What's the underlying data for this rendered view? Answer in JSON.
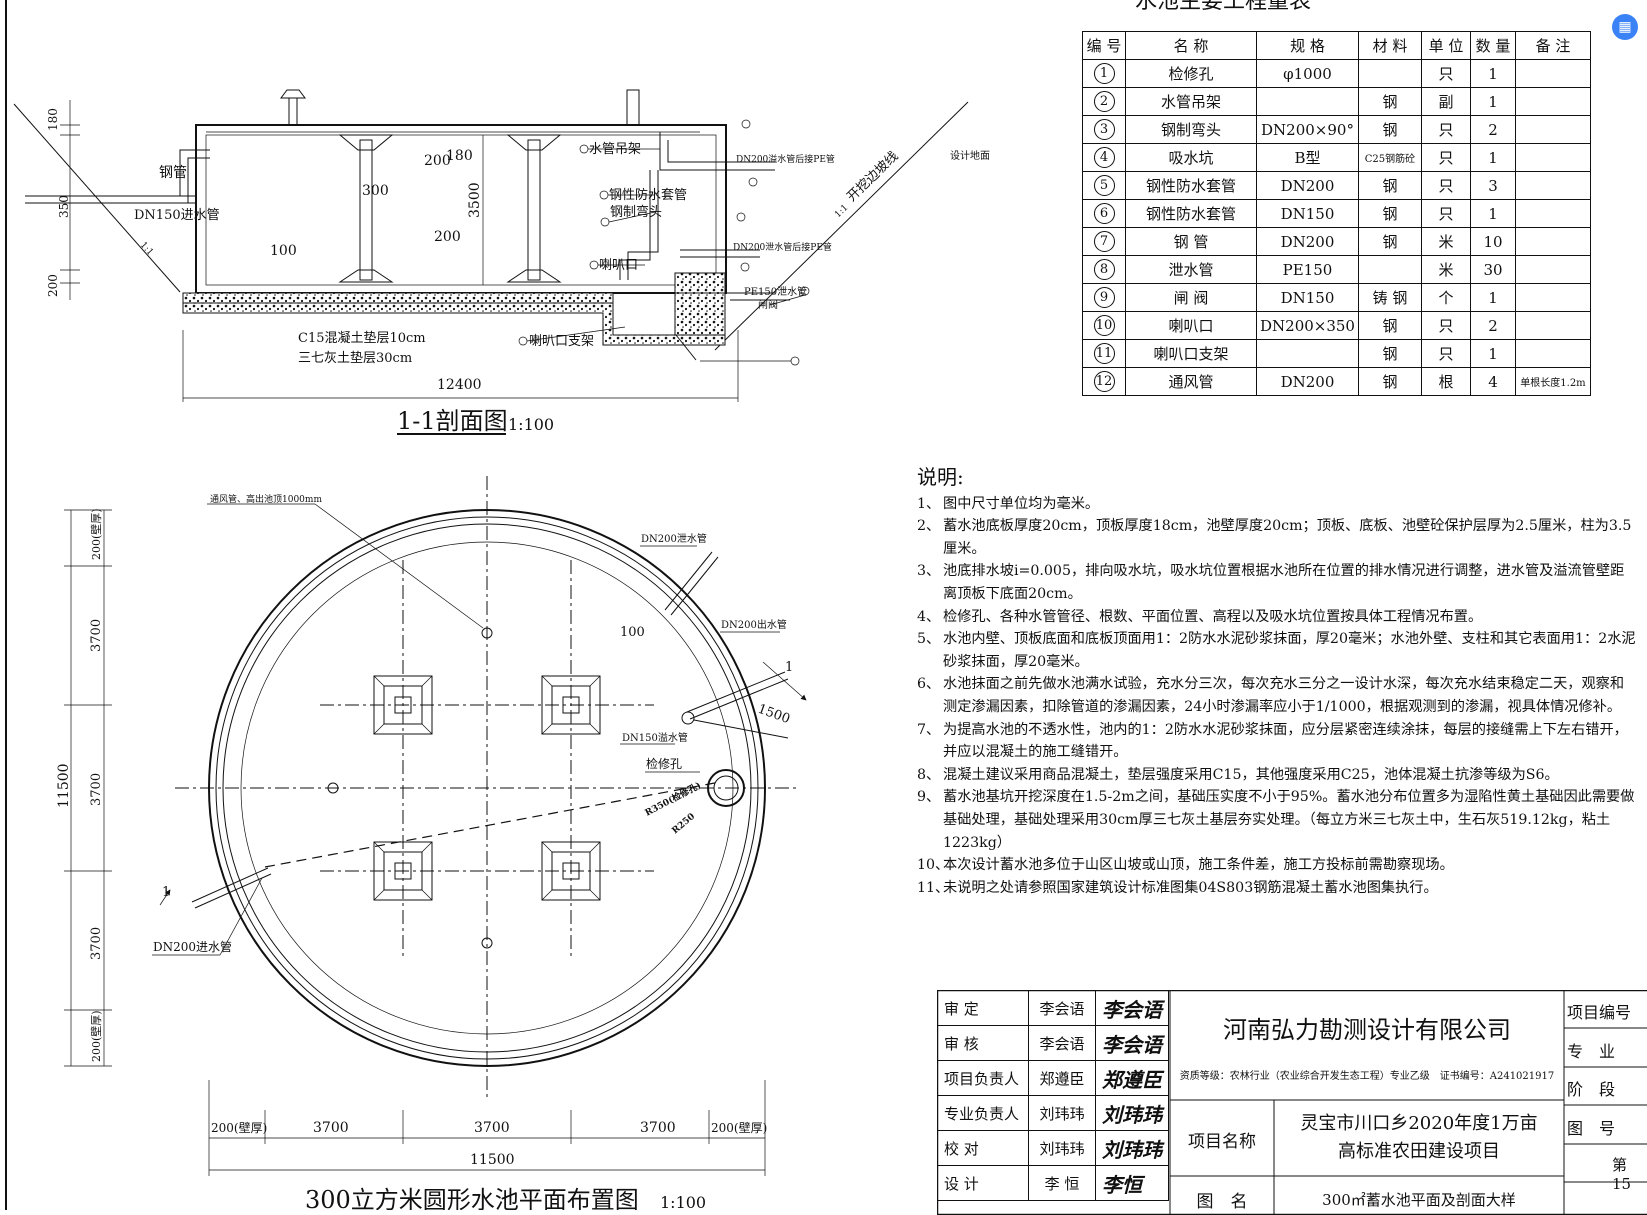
{
  "table": {
    "title": "水池主要工程量表",
    "headers": [
      "编 号",
      "名 称",
      "规 格",
      "材 料",
      "单 位",
      "数 量",
      "备 注"
    ],
    "rows": [
      {
        "no": "1",
        "name": "检修孔",
        "spec": "φ1000",
        "material": "",
        "unit": "只",
        "qty": "1",
        "remark": ""
      },
      {
        "no": "2",
        "name": "水管吊架",
        "spec": "",
        "material": "钢",
        "unit": "副",
        "qty": "1",
        "remark": ""
      },
      {
        "no": "3",
        "name": "钢制弯头",
        "spec": "DN200×90°",
        "material": "钢",
        "unit": "只",
        "qty": "2",
        "remark": ""
      },
      {
        "no": "4",
        "name": "吸水坑",
        "spec": "B型",
        "material": "C25钢筋砼",
        "unit": "只",
        "qty": "1",
        "remark": ""
      },
      {
        "no": "5",
        "name": "钢性防水套管",
        "spec": "DN200",
        "material": "钢",
        "unit": "只",
        "qty": "3",
        "remark": ""
      },
      {
        "no": "6",
        "name": "钢性防水套管",
        "spec": "DN150",
        "material": "钢",
        "unit": "只",
        "qty": "1",
        "remark": ""
      },
      {
        "no": "7",
        "name": "钢 管",
        "spec": "DN200",
        "material": "钢",
        "unit": "米",
        "qty": "10",
        "remark": ""
      },
      {
        "no": "8",
        "name": "泄水管",
        "spec": "PE150",
        "material": "",
        "unit": "米",
        "qty": "30",
        "remark": ""
      },
      {
        "no": "9",
        "name": "闸 阀",
        "spec": "DN150",
        "material": "铸 钢",
        "unit": "个",
        "qty": "1",
        "remark": ""
      },
      {
        "no": "10",
        "name": "喇叭口",
        "spec": "DN200×350",
        "material": "钢",
        "unit": "只",
        "qty": "2",
        "remark": ""
      },
      {
        "no": "11",
        "name": "喇叭口支架",
        "spec": "",
        "material": "钢",
        "unit": "只",
        "qty": "1",
        "remark": ""
      },
      {
        "no": "12",
        "name": "通风管",
        "spec": "DN200",
        "material": "钢",
        "unit": "根",
        "qty": "4",
        "remark": "单根长度1.2m"
      }
    ]
  },
  "section": {
    "title": "1-1剖面图",
    "scale": "1:100",
    "labels": {
      "steel_pipe": "钢管",
      "inlet": "DN150进水管",
      "hanger": "水管吊架",
      "overflow_pe": "DN200溢水管后接PE管",
      "sleeve": "钢性防水套管",
      "elbow": "钢制弯头",
      "drain_pe": "DN200泄水管后接PE管",
      "bellmouth": "喇叭口",
      "pe150": "PE150泄水管",
      "valve": "闸阀",
      "concrete": "C15混凝土垫层10cm",
      "lime": "三七灰土垫层30cm",
      "bell_support": "喇叭口支架",
      "ground": "设计地面",
      "slope_line": "开挖边坡线",
      "slope_1": "1:1",
      "slope_2": "1:1"
    },
    "dims": {
      "d180": "180",
      "d350": "350",
      "d200b": "200",
      "d200": "200",
      "d180b": "180",
      "d300": "300",
      "d3500": "3500",
      "d200c": "200",
      "d100": "100",
      "total": "12400"
    }
  },
  "plan": {
    "title": "300立方米圆形水池平面布置图",
    "scale": "1:100",
    "labels": {
      "vent": "通风管、高出池顶1000mm",
      "drain": "DN200泄水管",
      "outlet": "DN200出水管",
      "overflow": "DN150溢水管",
      "manhole": "检修孔",
      "r350": "R350(检修孔)",
      "r250": "R250",
      "inlet": "DN200进水管",
      "d100": "100",
      "d1500": "1500",
      "sec1": "1",
      "sec2": "1"
    },
    "dims_left": [
      "200(壁厚)",
      "3700",
      "3700",
      "3700",
      "200(壁厚)"
    ],
    "dim_total_left": "11500",
    "dims_bottom": [
      "200(壁厚)",
      "3700",
      "3700",
      "3700",
      "200(壁厚)"
    ],
    "dim_total_bottom": "11500"
  },
  "notes": {
    "heading": "说明:",
    "items": [
      "图中尺寸单位均为毫米。",
      "蓄水池底板厚度20cm，顶板厚度18cm，池壁厚度20cm；顶板、底板、池壁砼保护层厚为2.5厘米，柱为3.5厘米。",
      "池底排水坡i=0.005，排向吸水坑，吸水坑位置根据水池所在位置的排水情况进行调整，进水管及溢流管壁距离顶板下底面20cm。",
      "检修孔、各种水管管径、根数、平面位置、高程以及吸水坑位置按具体工程情况布置。",
      "水池内壁、顶板底面和底板顶面用1：2防水水泥砂浆抹面，厚20毫米；水池外壁、支柱和其它表面用1：2水泥砂浆抹面，厚20毫米。",
      "水池抹面之前先做水池满水试验，充水分三次，每次充水三分之一设计水深，每次充水结束稳定二天，观察和测定渗漏因素，扣除管道的渗漏因素，24小时渗漏率应小于1/1000，根据观测到的渗漏，视具体情况修补。",
      "为提高水池的不透水性，池内的1：2防水水泥砂浆抹面，应分层紧密连续涂抹，每层的接缝需上下左右错开，并应以混凝土的施工缝错开。",
      "混凝土建议采用商品混凝土，垫层强度采用C15，其他强度采用C25，池体混凝土抗渗等级为S6。",
      "蓄水池基坑开挖深度在1.5-2m之间，基础压实度不小于95%。蓄水池分布位置多为湿陷性黄土基础因此需要做基础处理，基础处理采用30cm厚三七灰土基层夯实处理。（每立方米三七灰土中，生石灰519.12kg，粘土1223kg）",
      "本次设计蓄水池多位于山区山坡或山顶，施工条件差，施工方投标前需勘察现场。",
      "未说明之处请参照国家建筑设计标准图集04S803钢筋混凝土蓄水池图集执行。"
    ]
  },
  "titleblock": {
    "rows": [
      {
        "role": "审 定",
        "name": "李会语",
        "sig": "李会语"
      },
      {
        "role": "审 核",
        "name": "李会语",
        "sig": "李会语"
      },
      {
        "role": "项目负责人",
        "name": "郑遵臣",
        "sig": "郑遵臣"
      },
      {
        "role": "专业负责人",
        "name": "刘玮玮",
        "sig": "刘玮玮"
      },
      {
        "role": "校 对",
        "name": "刘玮玮",
        "sig": "刘玮玮"
      },
      {
        "role": "设 计",
        "name": "李 恒",
        "sig": "李恒"
      }
    ],
    "company": "河南弘力勘测设计有限公司",
    "qualification": "资质等级：农林行业（农业综合开发生态工程）专业乙级　证书编号：A241021917",
    "project_label": "项目名称",
    "project_name_1": "灵宝市川口乡2020年度1万亩",
    "project_name_2": "高标准农田建设项目",
    "drawing_label": "图　名",
    "drawing_name": "300㎡蓄水池平面及剖面大样",
    "right_labels": [
      "项目编号",
      "专　业",
      "阶　段",
      "图　号"
    ],
    "page": "第 15"
  },
  "fab_icon": "document-icon"
}
